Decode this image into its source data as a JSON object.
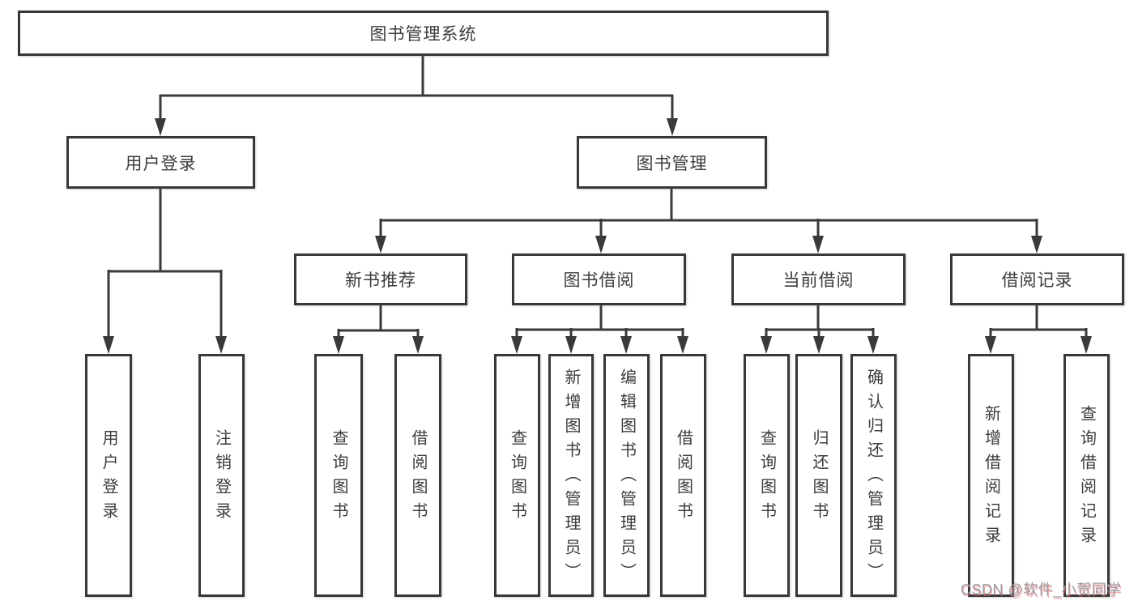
{
  "diagram": {
    "root": "图书管理系统",
    "level2": [
      {
        "label": "用户登录"
      },
      {
        "label": "图书管理"
      }
    ],
    "level3": [
      {
        "label": "新书推荐"
      },
      {
        "label": "图书借阅"
      },
      {
        "label": "当前借阅"
      },
      {
        "label": "借阅记录"
      }
    ],
    "leaves": [
      {
        "label": "用户登录"
      },
      {
        "label": "注销登录"
      },
      {
        "label": "查询图书"
      },
      {
        "label": "借阅图书"
      },
      {
        "label": "查询图书"
      },
      {
        "label": "新增图书（管理员）"
      },
      {
        "label": "编辑图书（管理员）"
      },
      {
        "label": "借阅图书"
      },
      {
        "label": "查询图书"
      },
      {
        "label": "归还图书"
      },
      {
        "label": "确认归还（管理员）"
      },
      {
        "label": "新增借阅记录"
      },
      {
        "label": "查询借阅记录"
      }
    ]
  },
  "watermark": "CSDN @软件_小贺同学",
  "colors": {
    "line": "#3a3a3a",
    "box_border": "#383838",
    "text": "#3c3c3c",
    "watermark_text": "#9d9da5"
  }
}
